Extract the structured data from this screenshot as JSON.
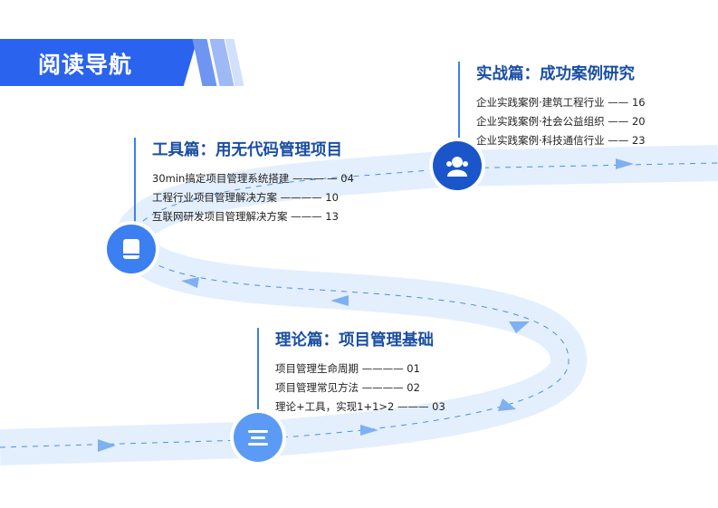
{
  "header": {
    "title": "阅读导航"
  },
  "sections": [
    {
      "title": "工具篇：用无代码管理项目",
      "items": [
        "30min搞定项目管理系统搭建 ——— — 04",
        "工程行业项目管理解决方案 ———— 10",
        "互联网研发项目管理解决方案 ——— 13"
      ],
      "icon": "book-icon"
    },
    {
      "title": "实战篇：成功案例研究",
      "items": [
        "企业实践案例·建筑工程行业 —— 16",
        "企业实践案例·社会公益组织 —— 20",
        "企业实践案例·科技通信行业 —— 23"
      ],
      "icon": "users-icon"
    },
    {
      "title": "理论篇：项目管理基础",
      "items": [
        "项目管理生命周期 ———— 01",
        "项目管理常见方法 ———— 02",
        "理论+工具，实现1+1>2 ——— 03"
      ],
      "icon": "menu-icon"
    }
  ],
  "colors": {
    "banner": "#2a63ee",
    "road": "#e4effd",
    "dash": "#4a8fe6",
    "title": "#1a4ea3"
  }
}
